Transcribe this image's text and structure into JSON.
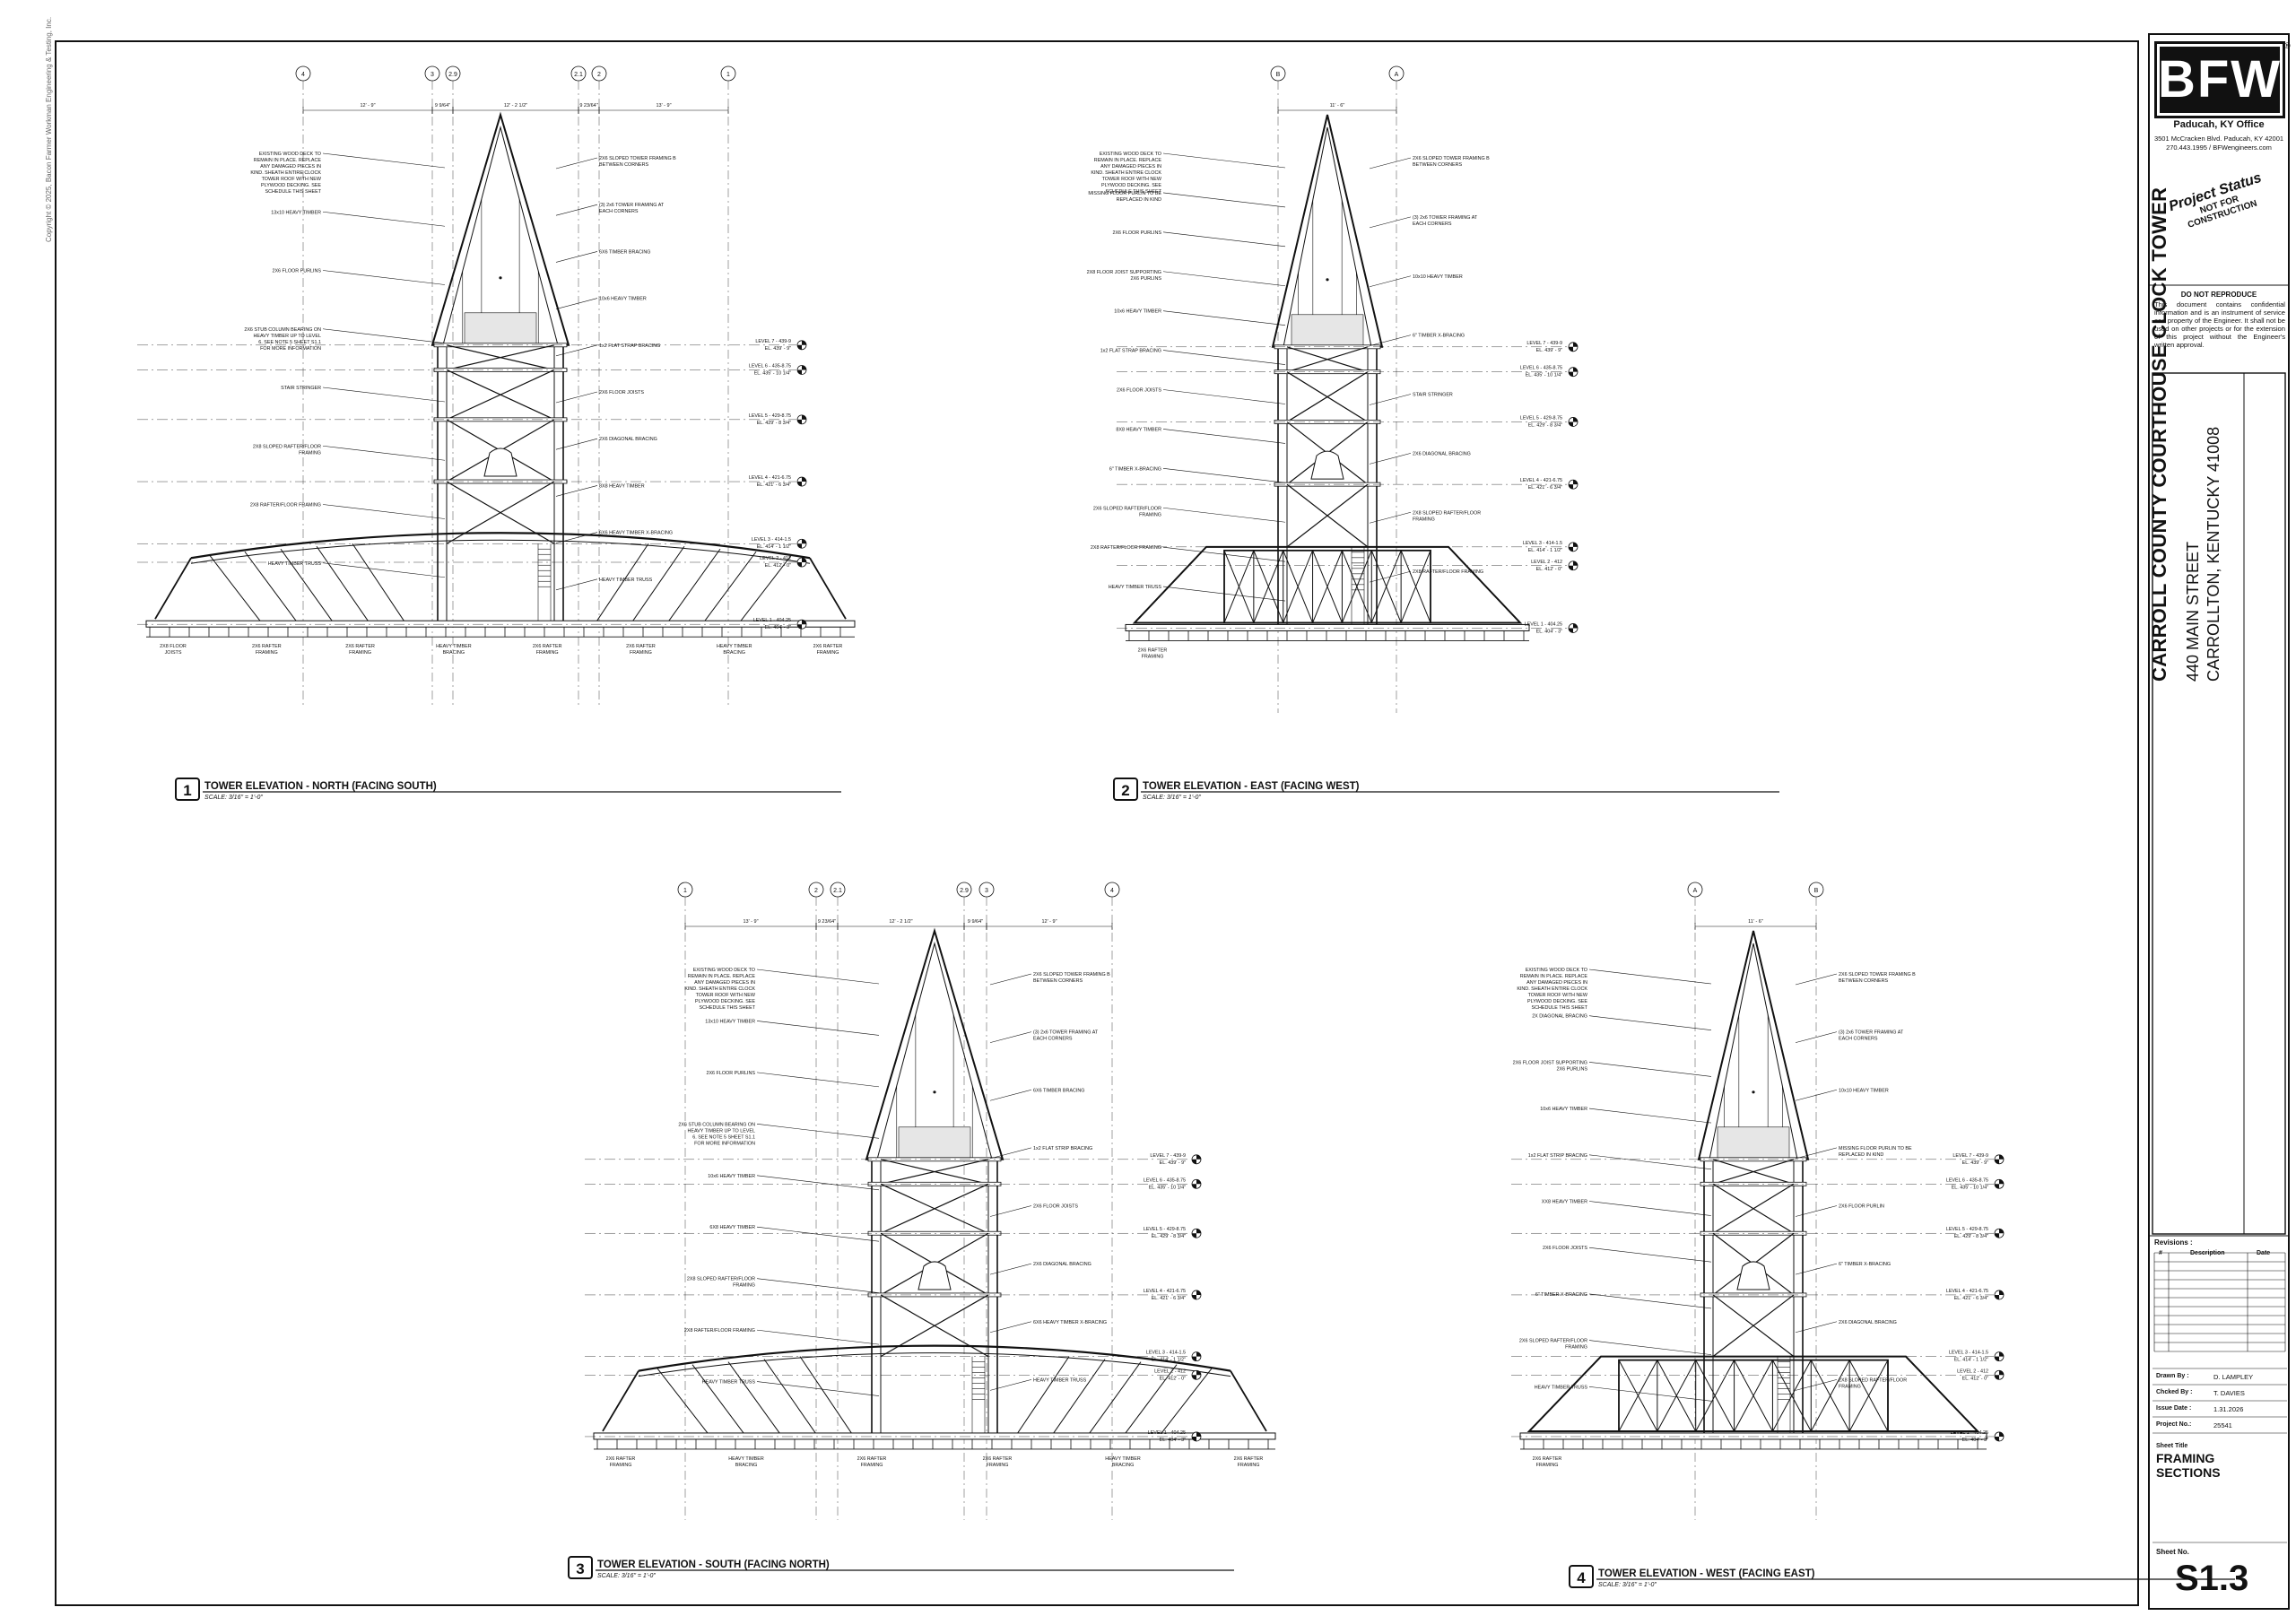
{
  "copyright": "Copyright © 2025, Bacon Farmer Workman Engineering & Testing, Inc.",
  "title_block": {
    "logo": "BFW",
    "registered_mark": "®",
    "office": "Paducah, KY Office",
    "address_line1": "3501 McCracken Blvd. Paducah, KY 42001",
    "address_line2": "270.443.1995  /  BFWengineers.com",
    "stamp": {
      "line1": "Project Status",
      "line2": "NOT FOR",
      "line3": "CONSTRUCTION"
    },
    "do_not_reproduce": "DO NOT REPRODUCE",
    "notice": "This document contains confidential information and is an instrument of service and property of the Engineer. It shall not be used on other projects or for the extension of this project without the Engineer's written approval.",
    "project_name": "CARROLL COUNTY COURTHOUSE CLOCK TOWER",
    "street": "440 MAIN STREET",
    "city": "CARROLLTON, KENTUCKY 41008",
    "revisions_label": "Revisions :",
    "revisions_headers": [
      "#",
      "Description",
      "Date"
    ],
    "drawn_by_label": "Drawn By :",
    "drawn_by": "D. LAMPLEY",
    "checked_by_label": "Chcked By :",
    "checked_by": "T. DAVIES",
    "issue_date_label": "Issue Date :",
    "issue_date": "1.31.2026",
    "project_no_label": "Project No.:",
    "project_no": "25541",
    "sheet_title_label": "Sheet Title",
    "sheet_title_line1": "FRAMING",
    "sheet_title_line2": "SECTIONS",
    "sheet_no_label": "Sheet No.",
    "sheet_no": "S1.3"
  },
  "views": [
    {
      "number": "1",
      "title": "TOWER ELEVATION - NORTH (FACING SOUTH)",
      "scale": "SCALE: 3/16\" = 1'-0\"",
      "grid": [
        "4",
        "3",
        "2.9",
        "2.1",
        "2",
        "1"
      ],
      "dims": [
        "12' - 9\"",
        "9 9/64\"",
        "12' - 2 1/2\"",
        "9 23/64\"",
        "13' - 9\""
      ],
      "levels": [
        {
          "name": "LEVEL 7 - 439-9",
          "el": "EL. 439' - 9\""
        },
        {
          "name": "LEVEL 6 - 435-8.75",
          "el": "EL. 435' - 10 1/4\""
        },
        {
          "name": "LEVEL 5 - 429-8.75",
          "el": "EL. 429' - 8 3/4\""
        },
        {
          "name": "LEVEL 4 - 421-6.75",
          "el": "EL. 421' - 6 3/4\""
        },
        {
          "name": "LEVEL 3 - 414-1.5",
          "el": "EL. 414' - 1 1/2\""
        },
        {
          "name": "LEVEL 2 - 412",
          "el": "EL. 412' - 0\""
        },
        {
          "name": "LEVEL 1 - 404.25",
          "el": "EL. 404' - 3\""
        }
      ],
      "left_notes": [
        "EXISTING WOOD DECK TO REMAIN IN PLACE. REPLACE ANY DAMAGED PIECES IN KIND. SHEATH ENTIRE CLOCK TOWER ROOF WITH NEW PLYWOOD DECKING. SEE SCHEDULE THIS SHEET",
        "13x10 HEAVY TIMBER",
        "2X6 FLOOR PURLINS",
        "2X6 STUB COLUMN BEARING ON HEAVY TIMBER UP TO LEVEL 6. SEE NOTE 5 SHEET S1.1 FOR MORE INFORMATION",
        "STAIR STRINGER",
        "2X8 SLOPED RAFTER/FLOOR FRAMING",
        "2X8 RAFTER/FLOOR FRAMING",
        "HEAVY TIMBER TRUSS"
      ],
      "right_notes": [
        "2X6 SLOPED TOWER FRAMING B BETWEEN CORNERS",
        "(3) 2x6 TOWER FRAMING AT EACH CORNERS",
        "6X6 TIMBER BRACING",
        "10x6 HEAVY TIMBER",
        "1x2 FLAT STRAP BRACING",
        "2X6 FLOOR JOISTS",
        "2X6 DIAGONAL BRACING",
        "8X8 HEAVY TIMBER",
        "6X6 HEAVY TIMBER X-BRACING",
        "HEAVY TIMBER TRUSS"
      ],
      "bottom_notes": [
        "2X8 FLOOR JOISTS",
        "2X6 RAFTER FRAMING",
        "2X6 RAFTER FRAMING",
        "HEAVY TIMBER BRACING",
        "2X6 RAFTER FRAMING",
        "2X6 RAFTER FRAMING",
        "HEAVY TIMBER BRACING",
        "2X6 RAFTER FRAMING"
      ]
    },
    {
      "number": "2",
      "title": "TOWER ELEVATION - EAST (FACING WEST)",
      "scale": "SCALE: 3/16\" = 1'-0\"",
      "grid": [
        "B",
        "A"
      ],
      "dims": [
        "11' - 6\""
      ],
      "levels": [
        {
          "name": "LEVEL 7 - 439-9",
          "el": "EL. 439' - 9\""
        },
        {
          "name": "LEVEL 6 - 435-8.75",
          "el": "EL. 435' - 10 1/4\""
        },
        {
          "name": "LEVEL 5 - 429-8.75",
          "el": "EL. 429' - 8 3/4\""
        },
        {
          "name": "LEVEL 4 - 421-6.75",
          "el": "EL. 421' - 6 3/4\""
        },
        {
          "name": "LEVEL 3 - 414-1.5",
          "el": "EL. 414' - 1 1/2\""
        },
        {
          "name": "LEVEL 2 - 412",
          "el": "EL. 412' - 0\""
        },
        {
          "name": "LEVEL 1 - 404.25",
          "el": "EL. 404' - 3\""
        }
      ],
      "left_notes": [
        "EXISTING WOOD DECK TO REMAIN IN PLACE. REPLACE ANY DAMAGED PIECES IN KIND. SHEATH ENTIRE CLOCK TOWER ROOF WITH NEW PLYWOOD DECKING. SEE SCHEDULE THIS SHEET",
        "MISSING FLOOR PURLIN TO BE REPLACED IN KIND",
        "2X6 FLOOR PURLINS",
        "2X8 FLOOR JOIST SUPPORTING 2X6 PURLINS",
        "10x6 HEAVY TIMBER",
        "1x2 FLAT STRAP BRACING",
        "2X6 FLOOR JOISTS",
        "8X8 HEAVY TIMBER",
        "6\" TIMBER X-BRACING",
        "2X6 SLOPED RAFTER/FLOOR FRAMING",
        "2X8 RAFTER/FLOOR FRAMING",
        "HEAVY TIMBER TRUSS"
      ],
      "right_notes": [
        "2X6 SLOPED TOWER FRAMING B BETWEEN CORNERS",
        "(3) 2x6 TOWER FRAMING AT EACH CORNERS",
        "10x10 HEAVY TIMBER",
        "6\" TIMBER X-BRACING",
        "STAIR STRINGER",
        "2X6 DIAGONAL BRACING",
        "2X8 SLOPED RAFTER/FLOOR FRAMING",
        "2X8 RAFTER/FLOOR FRAMING"
      ],
      "bottom_notes": [
        "2X6 RAFTER FRAMING"
      ]
    },
    {
      "number": "3",
      "title": "TOWER ELEVATION  - SOUTH (FACING NORTH)",
      "scale": "SCALE: 3/16\" = 1'-0\"",
      "grid": [
        "1",
        "2",
        "2.1",
        "2.9",
        "3",
        "4"
      ],
      "dims": [
        "13' - 9\"",
        "9 23/64\"",
        "12' - 2 1/2\"",
        "9 9/64\"",
        "12' - 9\""
      ],
      "levels": [
        {
          "name": "LEVEL 7 - 439-9",
          "el": "EL. 439' - 9\""
        },
        {
          "name": "LEVEL 6 - 435-8.75",
          "el": "EL. 435' - 10 1/4\""
        },
        {
          "name": "LEVEL 5 - 429-8.75",
          "el": "EL. 429' - 8 3/4\""
        },
        {
          "name": "LEVEL 4 - 421-6.75",
          "el": "EL. 421' - 6 3/4\""
        },
        {
          "name": "LEVEL 3 - 414-1.5",
          "el": "EL. 414' - 1 1/2\""
        },
        {
          "name": "LEVEL 2 - 412",
          "el": "EL. 412' - 0\""
        },
        {
          "name": "LEVEL 1 - 404.25",
          "el": "EL. 404' - 3\""
        }
      ],
      "left_notes": [
        "EXISTING WOOD DECK TO REMAIN IN PLACE. REPLACE ANY DAMAGED PIECES IN KIND. SHEATH ENTIRE CLOCK TOWER ROOF WITH NEW PLYWOOD DECKING. SEE SCHEDULE THIS SHEET",
        "13x10 HEAVY TIMBER",
        "2X6 FLOOR PURLINS",
        "2X6 STUB COLUMN BEARING ON HEAVY TIMBER UP TO LEVEL 6. SEE NOTE 5 SHEET S1.1 FOR MORE INFORMATION",
        "10x6 HEAVY TIMBER",
        "6X8 HEAVY TIMBER",
        "2X8 SLOPED RAFTER/FLOOR FRAMING",
        "2X8 RAFTER/FLOOR FRAMING",
        "HEAVY TIMBER TRUSS"
      ],
      "right_notes": [
        "2X6 SLOPED TOWER FRAMING B BETWEEN CORNERS",
        "(3) 2x6 TOWER FRAMING AT EACH CORNERS",
        "6X6 TIMBER BRACING",
        "1x2 FLAT STRIP BRACING",
        "2X6 FLOOR JOISTS",
        "2X6 DIAGONAL BRACING",
        "6X6 HEAVY TIMBER X-BRACING",
        "HEAVY TIMBER TRUSS"
      ],
      "bottom_notes": [
        "2X6 RAFTER FRAMING",
        "HEAVY TIMBER BRACING",
        "2X6 RAFTER FRAMING",
        "2X6 RAFTER FRAMING",
        "HEAVY TIMBER BRACING",
        "2X6 RAFTER FRAMING"
      ]
    },
    {
      "number": "4",
      "title": "TOWER ELEVATION - WEST (FACING EAST)",
      "scale": "SCALE: 3/16\" = 1'-0\"",
      "grid": [
        "A",
        "B"
      ],
      "dims": [
        "11' - 6\""
      ],
      "levels": [
        {
          "name": "LEVEL 7 - 439-9",
          "el": "EL. 439' - 9\""
        },
        {
          "name": "LEVEL 6 - 435-8.75",
          "el": "EL. 435' - 10 1/4\""
        },
        {
          "name": "LEVEL 5 - 429-8.75",
          "el": "EL. 429' - 8 3/4\""
        },
        {
          "name": "LEVEL 4 - 421-6.75",
          "el": "EL. 421' - 6 3/4\""
        },
        {
          "name": "LEVEL 3 - 414-1.5",
          "el": "EL. 414' - 1 1/2\""
        },
        {
          "name": "LEVEL 2 - 412",
          "el": "EL. 412' - 0\""
        },
        {
          "name": "LEVEL 1 - 404.25",
          "el": "EL. 404' - 3\""
        }
      ],
      "left_notes": [
        "EXISTING WOOD DECK TO REMAIN IN PLACE. REPLACE ANY DAMAGED PIECES IN KIND. SHEATH ENTIRE CLOCK TOWER ROOF WITH NEW PLYWOOD DECKING. SEE SCHEDULE THIS SHEET",
        "2X DIAGONAL BRACING",
        "2X6 FLOOR JOIST SUPPORTING 2X6 PURLINS",
        "10x6 HEAVY TIMBER",
        "1x2 FLAT STRIP BRACING",
        "XX8 HEAVY TIMBER",
        "2X6 FLOOR JOISTS",
        "6\" TIMBER X-BRACING",
        "2X6 SLOPED RAFTER/FLOOR FRAMING",
        "HEAVY TIMBER TRUSS"
      ],
      "right_notes": [
        "2X6 SLOPED TOWER FRAMING B BETWEEN CORNERS",
        "(3) 2x6 TOWER FRAMING AT EACH CORNERS",
        "10x10 HEAVY TIMBER",
        "MISSING FLOOR PURLIN TO BE REPLACED IN KIND",
        "2X6 FLOOR PURLIN",
        "6\" TIMBER X-BRACING",
        "2X6 DIAGONAL BRACING",
        "2X8 SLOPED RAFTER/FLOOR FRAMING"
      ],
      "bottom_notes": [
        "2X6 RAFTER FRAMING"
      ]
    }
  ]
}
